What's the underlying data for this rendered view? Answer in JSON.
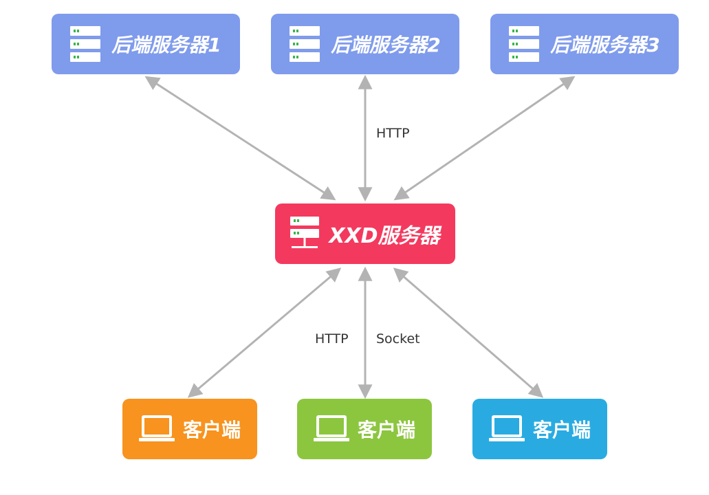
{
  "diagram": {
    "backends": [
      {
        "label": "后端服务器1"
      },
      {
        "label": "后端服务器2"
      },
      {
        "label": "后端服务器3"
      }
    ],
    "hub": {
      "label": "XXD服务器"
    },
    "clients": [
      {
        "label": "客户端"
      },
      {
        "label": "客户端"
      },
      {
        "label": "客户端"
      }
    ],
    "edge_labels": {
      "top": "HTTP",
      "bottom_left": "HTTP",
      "bottom_right": "Socket"
    },
    "colors": {
      "backend": "#7f9bec",
      "hub": "#f4395e",
      "client_1": "#f7931e",
      "client_2": "#8cc63f",
      "client_3": "#29abe2",
      "arrow": "#b3b3b3",
      "server_led": "#39b54a"
    }
  }
}
